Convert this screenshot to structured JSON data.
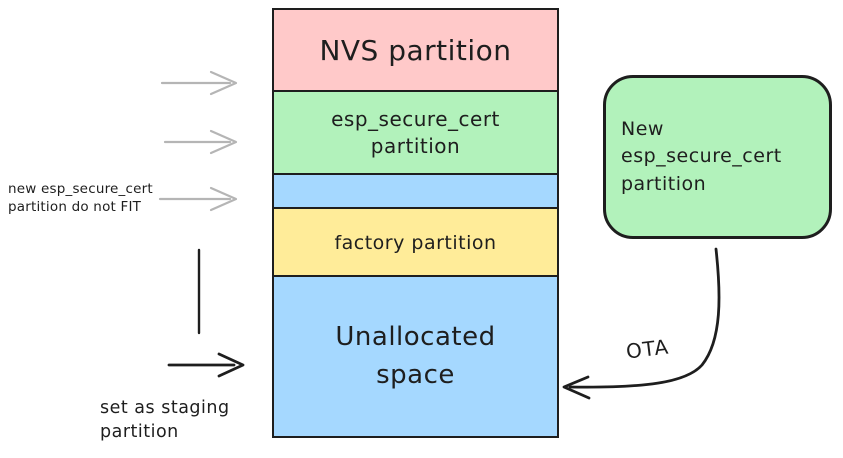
{
  "colors": {
    "pink": "#ffc9c9",
    "green": "#b2f2bb",
    "blue": "#a5d8ff",
    "yellow": "#ffec99",
    "stroke": "#1e1e1e",
    "gray": "#b5b5b5"
  },
  "stack": {
    "partitions": [
      {
        "id": "nvs",
        "label": "NVS partition"
      },
      {
        "id": "esp-secure-cert",
        "label": "esp_secure_cert partition"
      },
      {
        "id": "small-free-space",
        "label": ""
      },
      {
        "id": "factory",
        "label": "factory partition"
      },
      {
        "id": "unallocated",
        "label": "Unallocated space"
      }
    ]
  },
  "new_cert_box": {
    "label": "New esp_secure_cert partition"
  },
  "annotations": {
    "not_fit_note": "new esp_secure_cert partition do not FIT",
    "staging_note": "set as staging partition",
    "ota_label": "OTA"
  }
}
